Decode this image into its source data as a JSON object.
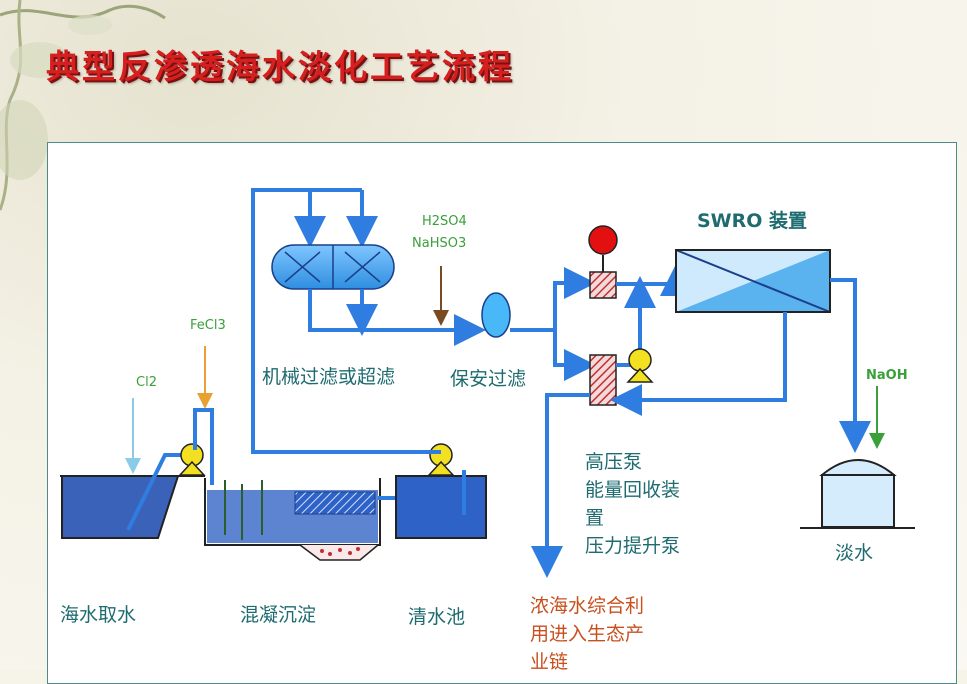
{
  "title": "典型反渗透海水淡化工艺流程",
  "chem": {
    "h2so4": "H2SO4",
    "nahso3": "NaHSO3",
    "fecl3": "FeCl3",
    "cl2": "Cl2",
    "naoh": "NaOH"
  },
  "labels": {
    "swro": "SWRO 装置",
    "mech_filter": "机械过滤或超滤",
    "safety_filter": "保安过滤",
    "pumps": [
      "高压泵",
      "能量回收装",
      "置",
      "压力提升泵"
    ],
    "fresh_water": "淡水",
    "intake": "海水取水",
    "coagulation": "混凝沉淀",
    "clear_pool": "清水池",
    "brine": [
      "浓海水综合利",
      "用进入生态产",
      "业链"
    ]
  },
  "colors": {
    "pipe": "#2f7de0",
    "tank_fill": "#2e62c7",
    "pump": "#f2e021",
    "title": "#d61f1f",
    "label": "#1e6b70",
    "chem": "#3aa03a",
    "brine": "#c8501e"
  }
}
